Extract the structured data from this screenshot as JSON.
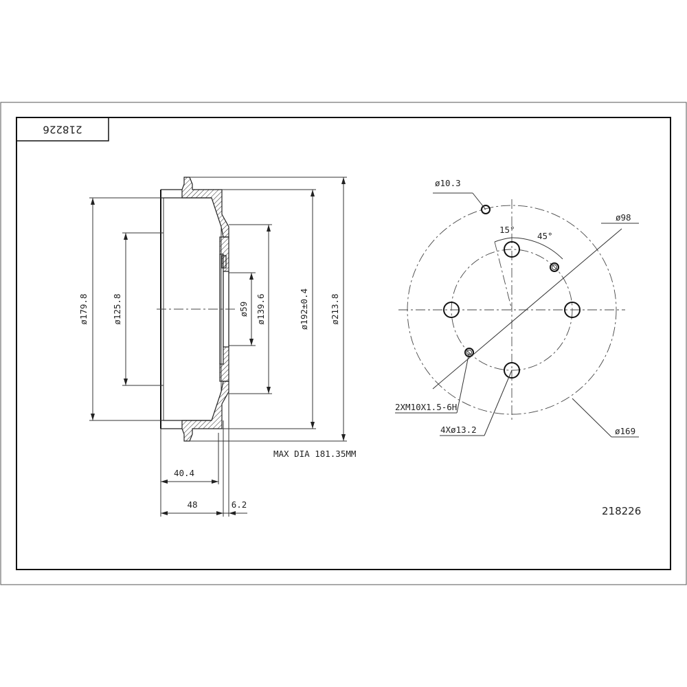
{
  "part_number_box": "218226",
  "part_number": "218226",
  "side_view": {
    "dia_179_8": "ø179.8",
    "dia_125_8": "ø125.8",
    "dia_59": "ø59",
    "dia_139_6": "ø139.6",
    "dia_192": "ø192±0.4",
    "dia_213_8": "ø213.8",
    "max_dia": "MAX DIA 181.35MM",
    "depth_40_4": "40.4",
    "depth_48": "48",
    "flange_6_2": "6.2"
  },
  "front_view": {
    "hole_10_3": "ø10.3",
    "angle_15": "15°",
    "angle_45": "45°",
    "dia_98": "ø98",
    "thread": "2XM10X1.5-6H",
    "bolt_holes": "4Xø13.2",
    "dia_169": "ø169"
  },
  "colors": {
    "line": "#222222",
    "background": "#ffffff"
  }
}
